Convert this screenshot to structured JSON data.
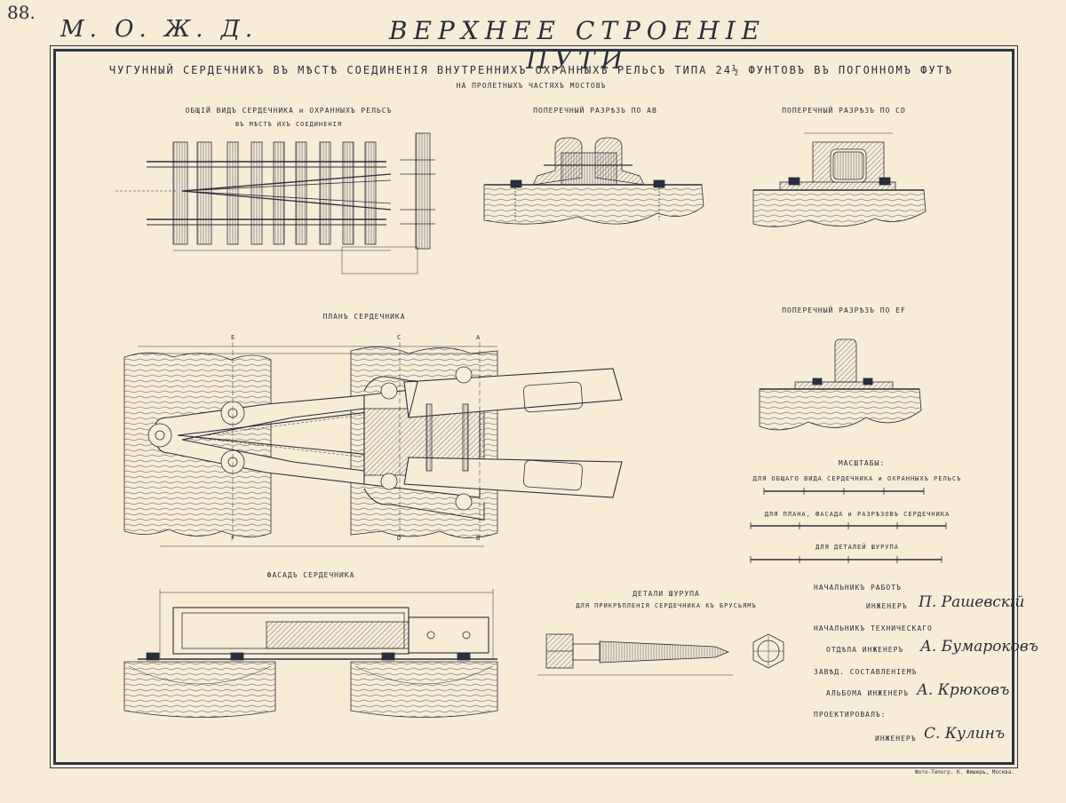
{
  "header": {
    "page_number": "88.",
    "railway": "М. О. Ж. Д.",
    "title": "ВЕРХНЕЕ СТРОЕНІЕ ПУТИ"
  },
  "sheet": {
    "title": "ЧУГУННЫЙ СЕРДЕЧНИКЪ ВЪ МѢСТѢ СОЕДИНЕНІЯ ВНУТРЕННИХЪ ОХРАННЫХЪ РЕЛЬСЪ ТИПА 24½ ФУНТОВЪ ВЪ ПОГОННОМЪ ФУТѢ",
    "subtitle": "НА ПРОЛЕТНЫХЪ ЧАСТЯХЪ МОСТОВЪ"
  },
  "views": {
    "general_title": "ОБЩІЙ ВИДЪ СЕРДЕЧНИКА и ОХРАННЫХЪ РЕЛЬСЪ",
    "general_subtitle": "ВЪ МѢСТѢ ИХЪ СОЕДИНЕНІЯ",
    "section_ab": "ПОПЕРЕЧНЫЙ РАЗРѢЗЪ ПО АВ",
    "section_cd": "ПОПЕРЕЧНЫЙ РАЗРѢЗЪ ПО CD",
    "section_ef": "ПОПЕРЕЧНЫЙ РАЗРѢЗЪ ПО EF",
    "plan": "ПЛАНЪ СЕРДЕЧНИКА",
    "facade": "ФАСАДЪ СЕРДЕЧНИКА",
    "screw_title": "ДЕТАЛИ ШУРУПА",
    "screw_subtitle": "ДЛЯ ПРИКРѢПЛЕНІЯ СЕРДЕЧНИКА КЪ БРУСЬЯМЪ",
    "plan_letters": [
      "E",
      "C",
      "A",
      "F",
      "D",
      "B"
    ]
  },
  "scales": {
    "title": "МАСШТАБЫ:",
    "s1": "ДЛЯ ОБЩАГО ВИДА СЕРДЕЧНИКА и ОХРАННЫХЪ РЕЛЬСЪ",
    "s2": "ДЛЯ ПЛАНА, ФАСАДА и РАЗРѢЗОВЪ СЕРДЕЧНИКА",
    "s3": "ДЛЯ ДЕТАЛЕЙ ШУРУПА"
  },
  "signatures": [
    {
      "label": "НАЧАЛЬНИКЪ РАБОТЪ",
      "role": "ИНЖЕНЕРЪ",
      "name": "П. Рашевскій"
    },
    {
      "label": "НАЧАЛЬНИКЪ ТЕХНИЧЕСКАГО",
      "role": "ОТДѢЛА ИНЖЕНЕРЪ",
      "name": "А. Бумароковъ"
    },
    {
      "label": "ЗАВѢД. СОСТАВЛЕНІЕМЪ",
      "role": "АЛЬБОМА ИНЖЕНЕРЪ",
      "name": "А. Крюковъ"
    },
    {
      "label": "ПРОЕКТИРОВАЛЪ:",
      "role": "ИНЖЕНЕРЪ",
      "name": "С. Кулинъ"
    }
  ],
  "printer": "Фото-Типогр. К. Фишеръ, Москва.",
  "colors": {
    "paper": "#f7ecd6",
    "ink": "#2a2e3a",
    "frame": "#2c3442"
  }
}
